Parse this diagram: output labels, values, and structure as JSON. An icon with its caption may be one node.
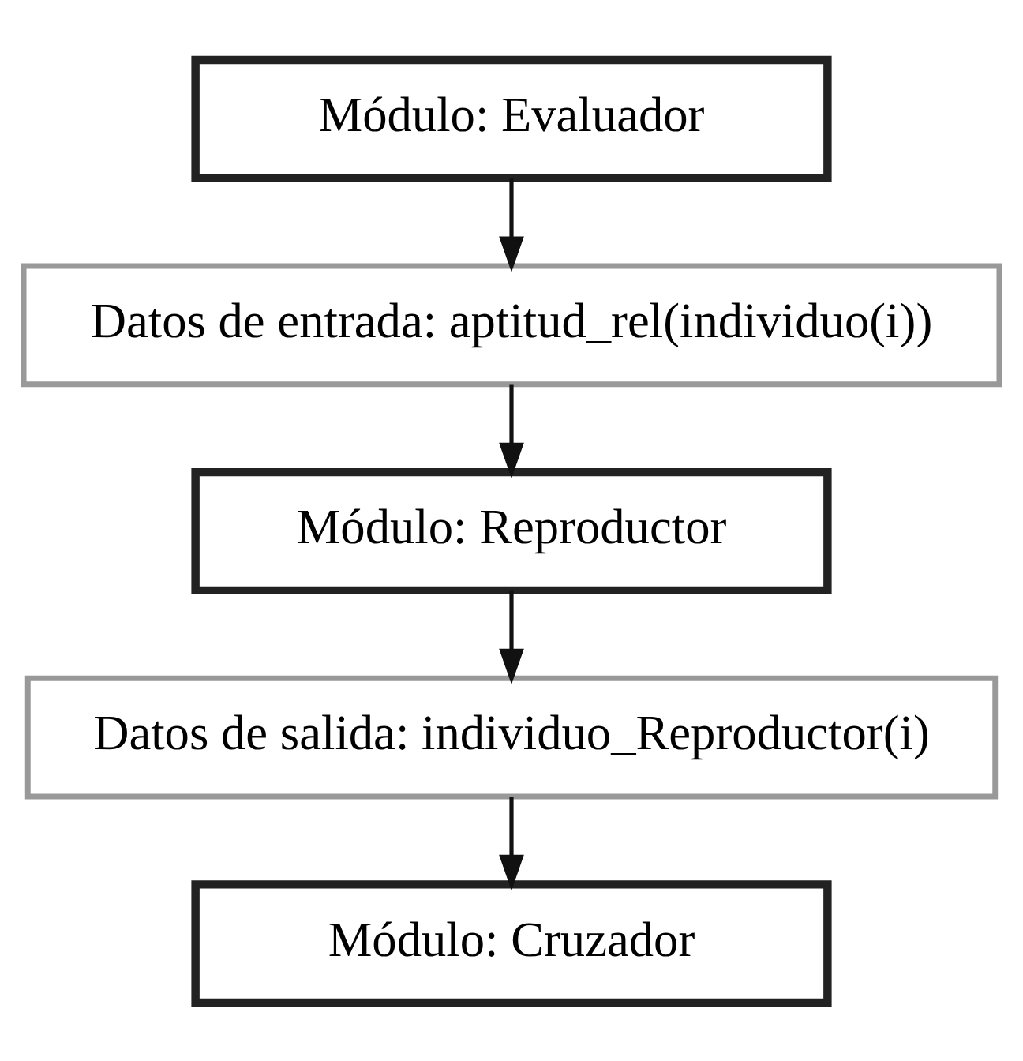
{
  "diagram": {
    "nodes": [
      {
        "text": [
          "Módulo: Evaluador"
        ]
      },
      {
        "text": [
          "Datos de entrada: aptitud_rel(individuo(i))"
        ]
      },
      {
        "text": [
          "Módulo: Reproductor"
        ]
      },
      {
        "text": [
          "Datos de salida: individuo_Reproductor(i)"
        ]
      },
      {
        "text": [
          "Módulo: Cruzador"
        ]
      }
    ],
    "edges": [
      {
        "from": 0,
        "to": 1,
        "arrow": "to"
      },
      {
        "from": 1,
        "to": 2,
        "arrow": "to"
      },
      {
        "from": 2,
        "to": 3,
        "arrow": "to"
      },
      {
        "from": 3,
        "to": 4,
        "arrow": "to"
      }
    ]
  }
}
